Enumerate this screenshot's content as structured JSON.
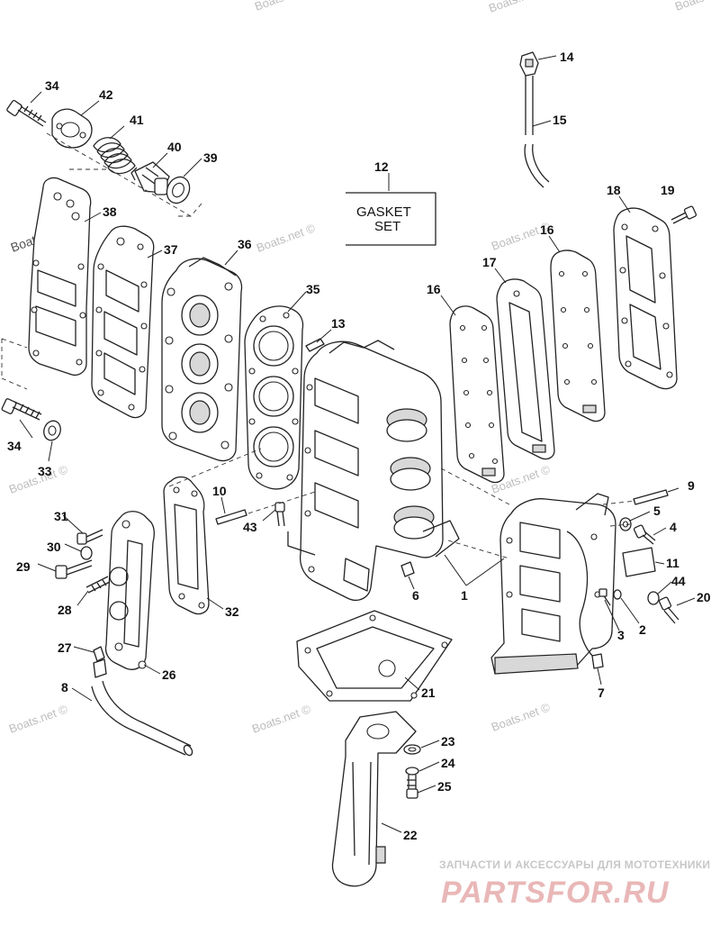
{
  "diagram": {
    "callouts": {
      "p1": "1",
      "p2": "2",
      "p3": "3",
      "p4": "4",
      "p5": "5",
      "p6": "6",
      "p7": "7",
      "p8": "8",
      "p9": "9",
      "p10": "10",
      "p11": "11",
      "p12": "12",
      "p13": "13",
      "p14": "14",
      "p15": "15",
      "p16a": "16",
      "p16b": "16",
      "p17": "17",
      "p18": "18",
      "p19": "19",
      "p20": "20",
      "p21": "21",
      "p22": "22",
      "p23": "23",
      "p24": "24",
      "p25": "25",
      "p26": "26",
      "p27": "27",
      "p28": "28",
      "p29": "29",
      "p30": "30",
      "p31": "31",
      "p32": "32",
      "p33": "33",
      "p34a": "34",
      "p34b": "34",
      "p35": "35",
      "p36": "36",
      "p37": "37",
      "p38": "38",
      "p39": "39",
      "p40": "40",
      "p41": "41",
      "p42": "42",
      "p43": "43",
      "p44": "44"
    },
    "gasket_set": {
      "line1": "GASKET",
      "line2": "SET"
    },
    "watermarks": {
      "w1": "Boats.net ©",
      "w2": "Boats.net ©",
      "w3": "Boats.net ©",
      "w4": "Boats.net ©",
      "w5": "Boats.net ©",
      "w6": "Boats.net ©",
      "w7": "Boats.net ©",
      "w8": "Boats.net ©",
      "w9": "Boats.net ©",
      "w10": "Boats.net ©",
      "w11": "Boats.net ©"
    },
    "brand": {
      "tagline": "ЗАПЧАСТИ И АКСЕССУАРЫ ДЛЯ МОТОТЕХНИКИ",
      "logo": "PARTSFOR.RU"
    }
  },
  "colors": {
    "line": "#222222",
    "watermark": "#bdbdbd",
    "brand_logo": "#e9b7b7"
  }
}
